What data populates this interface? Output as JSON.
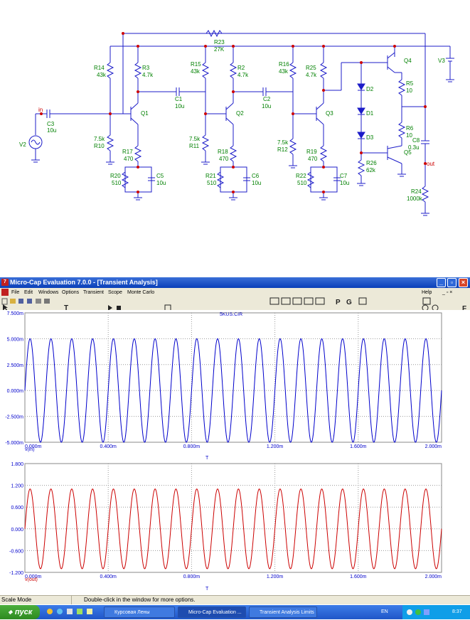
{
  "schematic": {
    "components": {
      "R23": "R23",
      "R23v": "27K",
      "R14": "R14",
      "R14v": "43k",
      "R3": "R3",
      "R3v": "4.7k",
      "R15": "R15",
      "R15v": "43k",
      "R2": "R2",
      "R2v": "4.7k",
      "R16": "R16",
      "R16v": "43k",
      "R25": "R25",
      "R25v": "4.7k",
      "Q4": "Q4",
      "V3": "V3",
      "R5": "R5",
      "R5v": "10",
      "R6": "R6",
      "R6v": "10",
      "C8": "C8",
      "C8v": "0.3u",
      "Q5": "Q5",
      "C1": "C1",
      "C1v": "10u",
      "C2": "C2",
      "C2v": "10u",
      "D1": "D1",
      "D2": "D2",
      "D3": "D3",
      "in": "in",
      "C3": "C3",
      "C3v": "10u",
      "Q1": "Q1",
      "Q2": "Q2",
      "Q3": "Q3",
      "V2": "V2",
      "R10v": "7.5k",
      "R10": "R10",
      "R11v": "7.5k",
      "R11": "R11",
      "R12v": "7.5k",
      "R12": "R12",
      "R17": "R17",
      "R17v": "470",
      "R18": "R18",
      "R18v": "470",
      "R19": "R19",
      "R19v": "470",
      "R20": "R20",
      "R20v": "510",
      "R21": "R21",
      "R21v": "510",
      "R22": "R22",
      "R22v": "510",
      "C5": "C5",
      "C5v": "10u",
      "C6": "C6",
      "C6v": "10u",
      "C7": "C7",
      "C7v": "10u",
      "R26": "R26",
      "R26v": "62k",
      "out": "out",
      "R24": "R24",
      "R24v": "1000k"
    }
  },
  "window": {
    "title": "Micro-Cap Evaluation 7.0.0 - [Transient Analysis]",
    "menu": [
      "File",
      "Edit",
      "Windows",
      "Options",
      "Transient",
      "Scope",
      "Monte Carlo"
    ],
    "help": "Help",
    "help_controls": "_ ▫ ×"
  },
  "plot": {
    "file_label": "5KUS.CIR",
    "x_ticks": [
      "0.000m",
      "0.400m",
      "0.800m",
      "1.200m",
      "1.600m",
      "2.000m"
    ],
    "x_axis_label": "T",
    "top": {
      "y_ticks": [
        "7.500m",
        "5.000m",
        "2.500m",
        "0.000m",
        "-2.500m",
        "-5.000m"
      ],
      "trace_label": "v(in)",
      "color": "#0000cc"
    },
    "bottom": {
      "y_ticks": [
        "1.800",
        "1.200",
        "0.600",
        "0.000",
        "-0.600",
        "-1.200"
      ],
      "trace_label": "v(out)",
      "color": "#cc0000"
    }
  },
  "chart_data": [
    {
      "type": "line",
      "title": "5KUS.CIR",
      "xlabel": "T",
      "ylabel": "",
      "xlim": [
        0,
        2.0
      ],
      "ylim": [
        -5.0,
        7.5
      ],
      "x_units": "ms",
      "y_units": "mV",
      "series": [
        {
          "name": "v(in)",
          "amplitude": 5.0,
          "offset": 0,
          "frequency_khz": 10,
          "cycles": 20
        }
      ],
      "grid": true
    },
    {
      "type": "line",
      "xlabel": "T",
      "ylabel": "",
      "xlim": [
        0,
        2.0
      ],
      "ylim": [
        -1.2,
        1.8
      ],
      "x_units": "ms",
      "y_units": "V",
      "series": [
        {
          "name": "v(out)",
          "amplitude": 1.1,
          "offset": 0,
          "frequency_khz": 10,
          "cycles": 20
        }
      ],
      "grid": true
    }
  ],
  "status": {
    "mode": "Scale Mode",
    "hint": "Double-click in the window for more options."
  },
  "taskbar": {
    "start": "пуск",
    "items": [
      "Курсовая Лены",
      "Micro-Cap Evaluation ...",
      "Transient Analysis Limits"
    ],
    "lang": "EN",
    "clock": "8:37"
  }
}
